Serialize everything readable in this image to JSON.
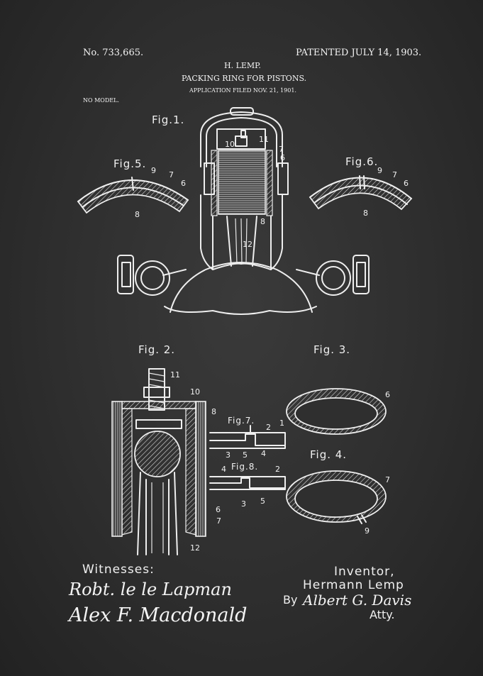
{
  "header": {
    "patent_number": "No. 733,665.",
    "patent_date": "PATENTED JULY 14, 1903.",
    "inventor_name": "H. LEMP.",
    "title": "PACKING RING FOR PISTONS.",
    "application": "APPLICATION FILED NOV. 21, 1901.",
    "model": "NO MODEL."
  },
  "figures": {
    "fig1": "Fig.1.",
    "fig2": "Fig. 2.",
    "fig3": "Fig. 3.",
    "fig4": "Fig. 4.",
    "fig5": "Fig.5.",
    "fig6": "Fig.6.",
    "fig7": "Fig.7.",
    "fig8": "Fig.8."
  },
  "reference_numerals": {
    "fig1": [
      "11",
      "10",
      "7",
      "6",
      "8",
      "12"
    ],
    "fig2": [
      "11",
      "10",
      "8",
      "6",
      "7",
      "12"
    ],
    "fig3": [
      "6"
    ],
    "fig4": [
      "7",
      "9"
    ],
    "fig5": [
      "9",
      "7",
      "6",
      "8"
    ],
    "fig6": [
      "9",
      "7",
      "6",
      "8"
    ],
    "fig7": [
      "2",
      "1",
      "3",
      "5",
      "4"
    ],
    "fig8": [
      "4",
      "2",
      "3",
      "5"
    ]
  },
  "footer": {
    "witnesses_label": "Witnesses:",
    "witness_1": "Robt. le le Lapman",
    "witness_2": "Alex F. Macdonald",
    "inventor_label": "Inventor,",
    "inventor": "Hermann Lemp",
    "by_label": "By",
    "attorney_signature": "Albert G. Davis",
    "atty_label": "Atty."
  },
  "colors": {
    "background": "#2e2e2e",
    "chalk": "#eeeeee"
  }
}
